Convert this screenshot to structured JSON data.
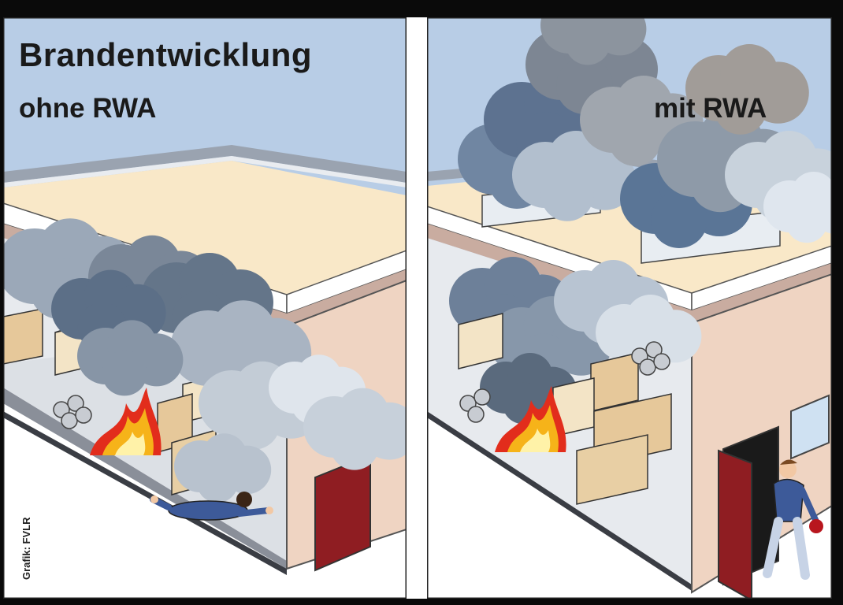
{
  "left_panel": {
    "title": "Brandentwicklung",
    "subtitle": "ohne RWA"
  },
  "right_panel": {
    "label": "mit RWA"
  },
  "credit": "Grafik: FVLR"
}
